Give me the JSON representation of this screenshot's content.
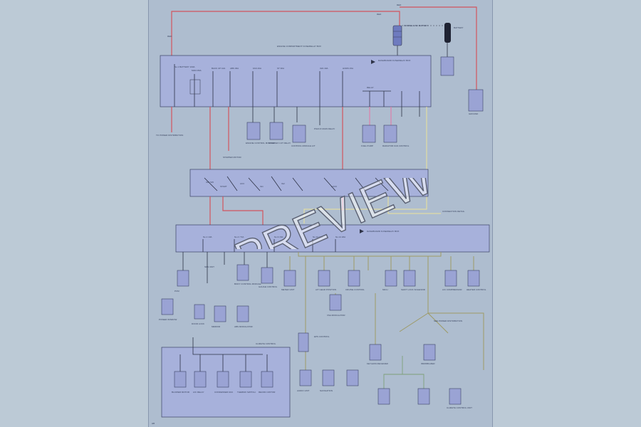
{
  "sheet_id": "HB",
  "watermark": "PREVIEW",
  "top_labels": {
    "fusible_link": "FUSIBLE LINK BATTERY",
    "battery": "BATTERY",
    "ground": "GROUND",
    "wire_top": "RED",
    "engine_box_title": "ENGINE COMPARTMENT FUSE/RELAY BOX",
    "to_feed": "TO POWER DISTRIBUTION",
    "fuse_side_right": "DASHBOARD FUSE/RELAY BOX",
    "dash_box_title": "DASHBOARD FUSE/RELAY BOX",
    "sub_note": "CONNECTION DETAIL",
    "left_connector": "STARTER MOTOR"
  },
  "engine_box": {
    "fuses": [
      "No.1 BATTERY 100A",
      "MAIN 80A",
      "BACK UP 10A",
      "ABS 30A",
      "FAN 40A",
      "ST 30A",
      "IGN 40A",
      "HORN 15A"
    ],
    "outputs": [
      "ENGINE CONTROL MODULE",
      "STARTER CUT RELAY",
      "CONTROL MODULE A/T",
      "PGM-FI MAIN RELAY",
      "FUEL PUMP",
      "RADIATOR FAN CONTROL"
    ]
  },
  "relay_panel": {
    "relays": [
      "IGN SW",
      "START",
      "ACC",
      "IG1",
      "IG2",
      "LOCK"
    ]
  },
  "dash_box": {
    "fuses": [
      "No.1 10A",
      "No.4 7.5A",
      "No.9 15A",
      "No.12 10A",
      "No.14 20A"
    ],
    "branch_note": "SEE POWER DISTRIBUTION"
  },
  "lower_modules": [
    "PCM",
    "SRS UNIT",
    "BODY CONTROL MODULE",
    "GAUGE CONTROL",
    "METER UNIT",
    "A/T GEAR POSITION",
    "CRUISE CONTROL",
    "MICU",
    "SHIFT LOCK SOLENOID",
    "A/C COMPRESSOR",
    "HEATER CONTROL",
    "POWER WINDOW",
    "DOOR LOCK",
    "MIRROR",
    "ABS MODULATOR",
    "VSA MODULATOR",
    "EPS CONTROL",
    "KEYLESS RECEIVER",
    "IMMOBILIZER",
    "AUDIO UNIT",
    "NAVIGATION",
    "CLIMATE CONTROL UNIT"
  ],
  "inset_box": {
    "title": "CLIMATE CONTROL",
    "items": [
      "BLOWER MOTOR",
      "A/C RELAY",
      "CONDENSER FAN",
      "THERMO SWITCH",
      "RECIRC MOTOR"
    ]
  }
}
